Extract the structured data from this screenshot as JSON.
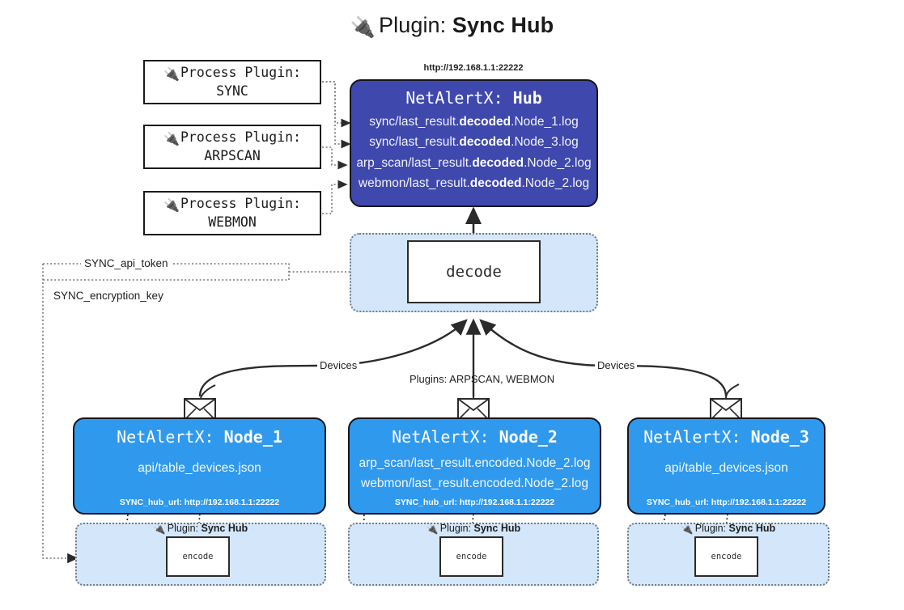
{
  "title": {
    "plug_icon": "plug-icon",
    "prefix": "Plugin:",
    "name": "Sync Hub"
  },
  "process_plugins": [
    {
      "caption": "Process Plugin:",
      "name": "SYNC"
    },
    {
      "caption": "Process Plugin:",
      "name": "ARPSCAN"
    },
    {
      "caption": "Process Plugin:",
      "name": "WEBMON"
    }
  ],
  "hub": {
    "url": "http://192.168.1.1:22222",
    "title_prefix": "NetAlertX:",
    "title_name": "Hub",
    "logs": [
      {
        "pre": "sync/last_result.",
        "em": "decoded",
        "post": ".Node_1.log"
      },
      {
        "pre": "sync/last_result.",
        "em": "decoded",
        "post": ".Node_3.log"
      },
      {
        "pre": "arp_scan/last_result.",
        "em": "decoded",
        "post": ".Node_2.log"
      },
      {
        "pre": "webmon/last_result.",
        "em": "decoded",
        "post": ".Node_2.log"
      }
    ]
  },
  "decode": {
    "label": "decode"
  },
  "tokens": [
    {
      "label": "SYNC_api_token"
    },
    {
      "label": "SYNC_encryption_key"
    }
  ],
  "edge_labels": {
    "devices_left": "Devices",
    "plugins_middle": "Plugins: ARPSCAN, WEBMON",
    "devices_right": "Devices"
  },
  "nodes": [
    {
      "title_prefix": "NetAlertX:",
      "title_name": "Node_1",
      "lines": [
        "api/table_devices.json"
      ],
      "footer": "SYNC_hub_url: http://192.168.1.1:22222",
      "cluster_caption_prefix": "Plugin:",
      "cluster_caption_name": "Sync Hub",
      "encode_label": "encode"
    },
    {
      "title_prefix": "NetAlertX:",
      "title_name": "Node_2",
      "lines": [
        "arp_scan/last_result.encoded.Node_2.log",
        "webmon/last_result.encoded.Node_2.log"
      ],
      "footer": "SYNC_hub_url: http://192.168.1.1:22222",
      "cluster_caption_prefix": "Plugin:",
      "cluster_caption_name": "Sync Hub",
      "encode_label": "encode"
    },
    {
      "title_prefix": "NetAlertX:",
      "title_name": "Node_3",
      "lines": [
        "api/table_devices.json"
      ],
      "footer": "SYNC_hub_url: http://192.168.1.1:22222",
      "cluster_caption_prefix": "Plugin:",
      "cluster_caption_name": "Sync Hub",
      "encode_label": "encode"
    }
  ],
  "colors": {
    "hub_fill": "#3f48ad",
    "node_fill": "#2f99ee",
    "cluster_fill": "#d4e7fa",
    "stroke": "#2b2b2b"
  }
}
